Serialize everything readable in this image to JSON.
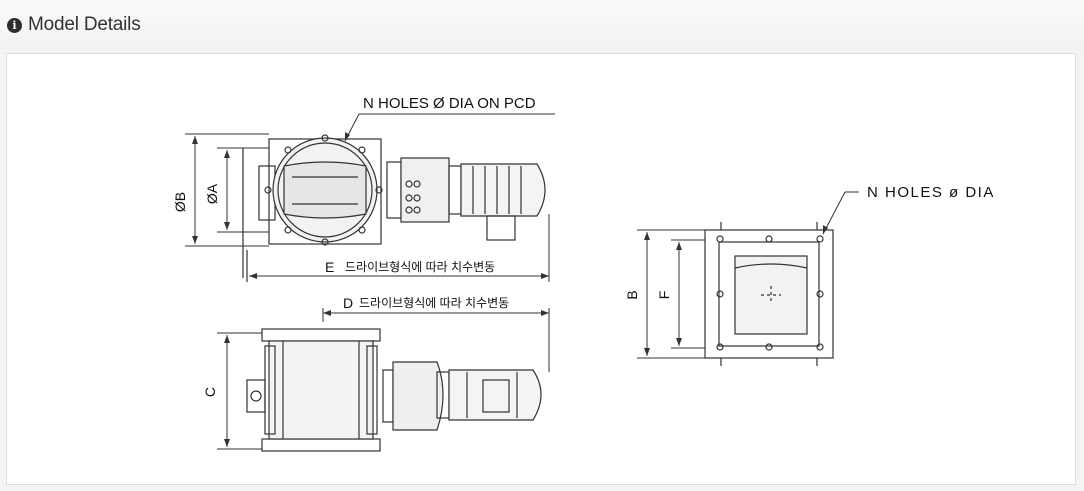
{
  "header": {
    "icon": "info-icon",
    "title": "Model Details"
  },
  "drawing": {
    "callout_pcd": "N HOLES Ø DIA ON PCD",
    "callout_flange": "N HOLES ø DIA",
    "dim_ob": "ØB",
    "dim_oa": "ØA",
    "dim_e": "E",
    "dim_d": "D",
    "dim_c": "C",
    "dim_b": "B",
    "dim_f": "F",
    "note": "드라이브형식에 따라 치수변동"
  }
}
